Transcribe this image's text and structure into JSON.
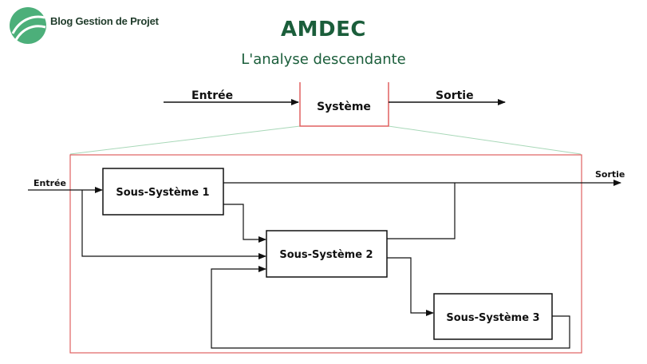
{
  "brand": {
    "name": "Blog Gestion de Projet"
  },
  "header": {
    "title": "AMDEC",
    "subtitle": "L'analyse descendante"
  },
  "top_diagram": {
    "input_label": "Entrée",
    "system_label": "Système",
    "output_label": "Sortie"
  },
  "detail_diagram": {
    "input_label": "Entrée",
    "output_label": "Sortie",
    "subsystems": [
      "Sous-Système 1",
      "Sous-Système 2",
      "Sous-Système 3"
    ]
  },
  "colors": {
    "brand_green": "#1b5e3b",
    "logo_green": "#4caf7a",
    "highlight_red": "#e06060",
    "zoom_line_green": "#a8d8b8",
    "line_black": "#111111"
  }
}
